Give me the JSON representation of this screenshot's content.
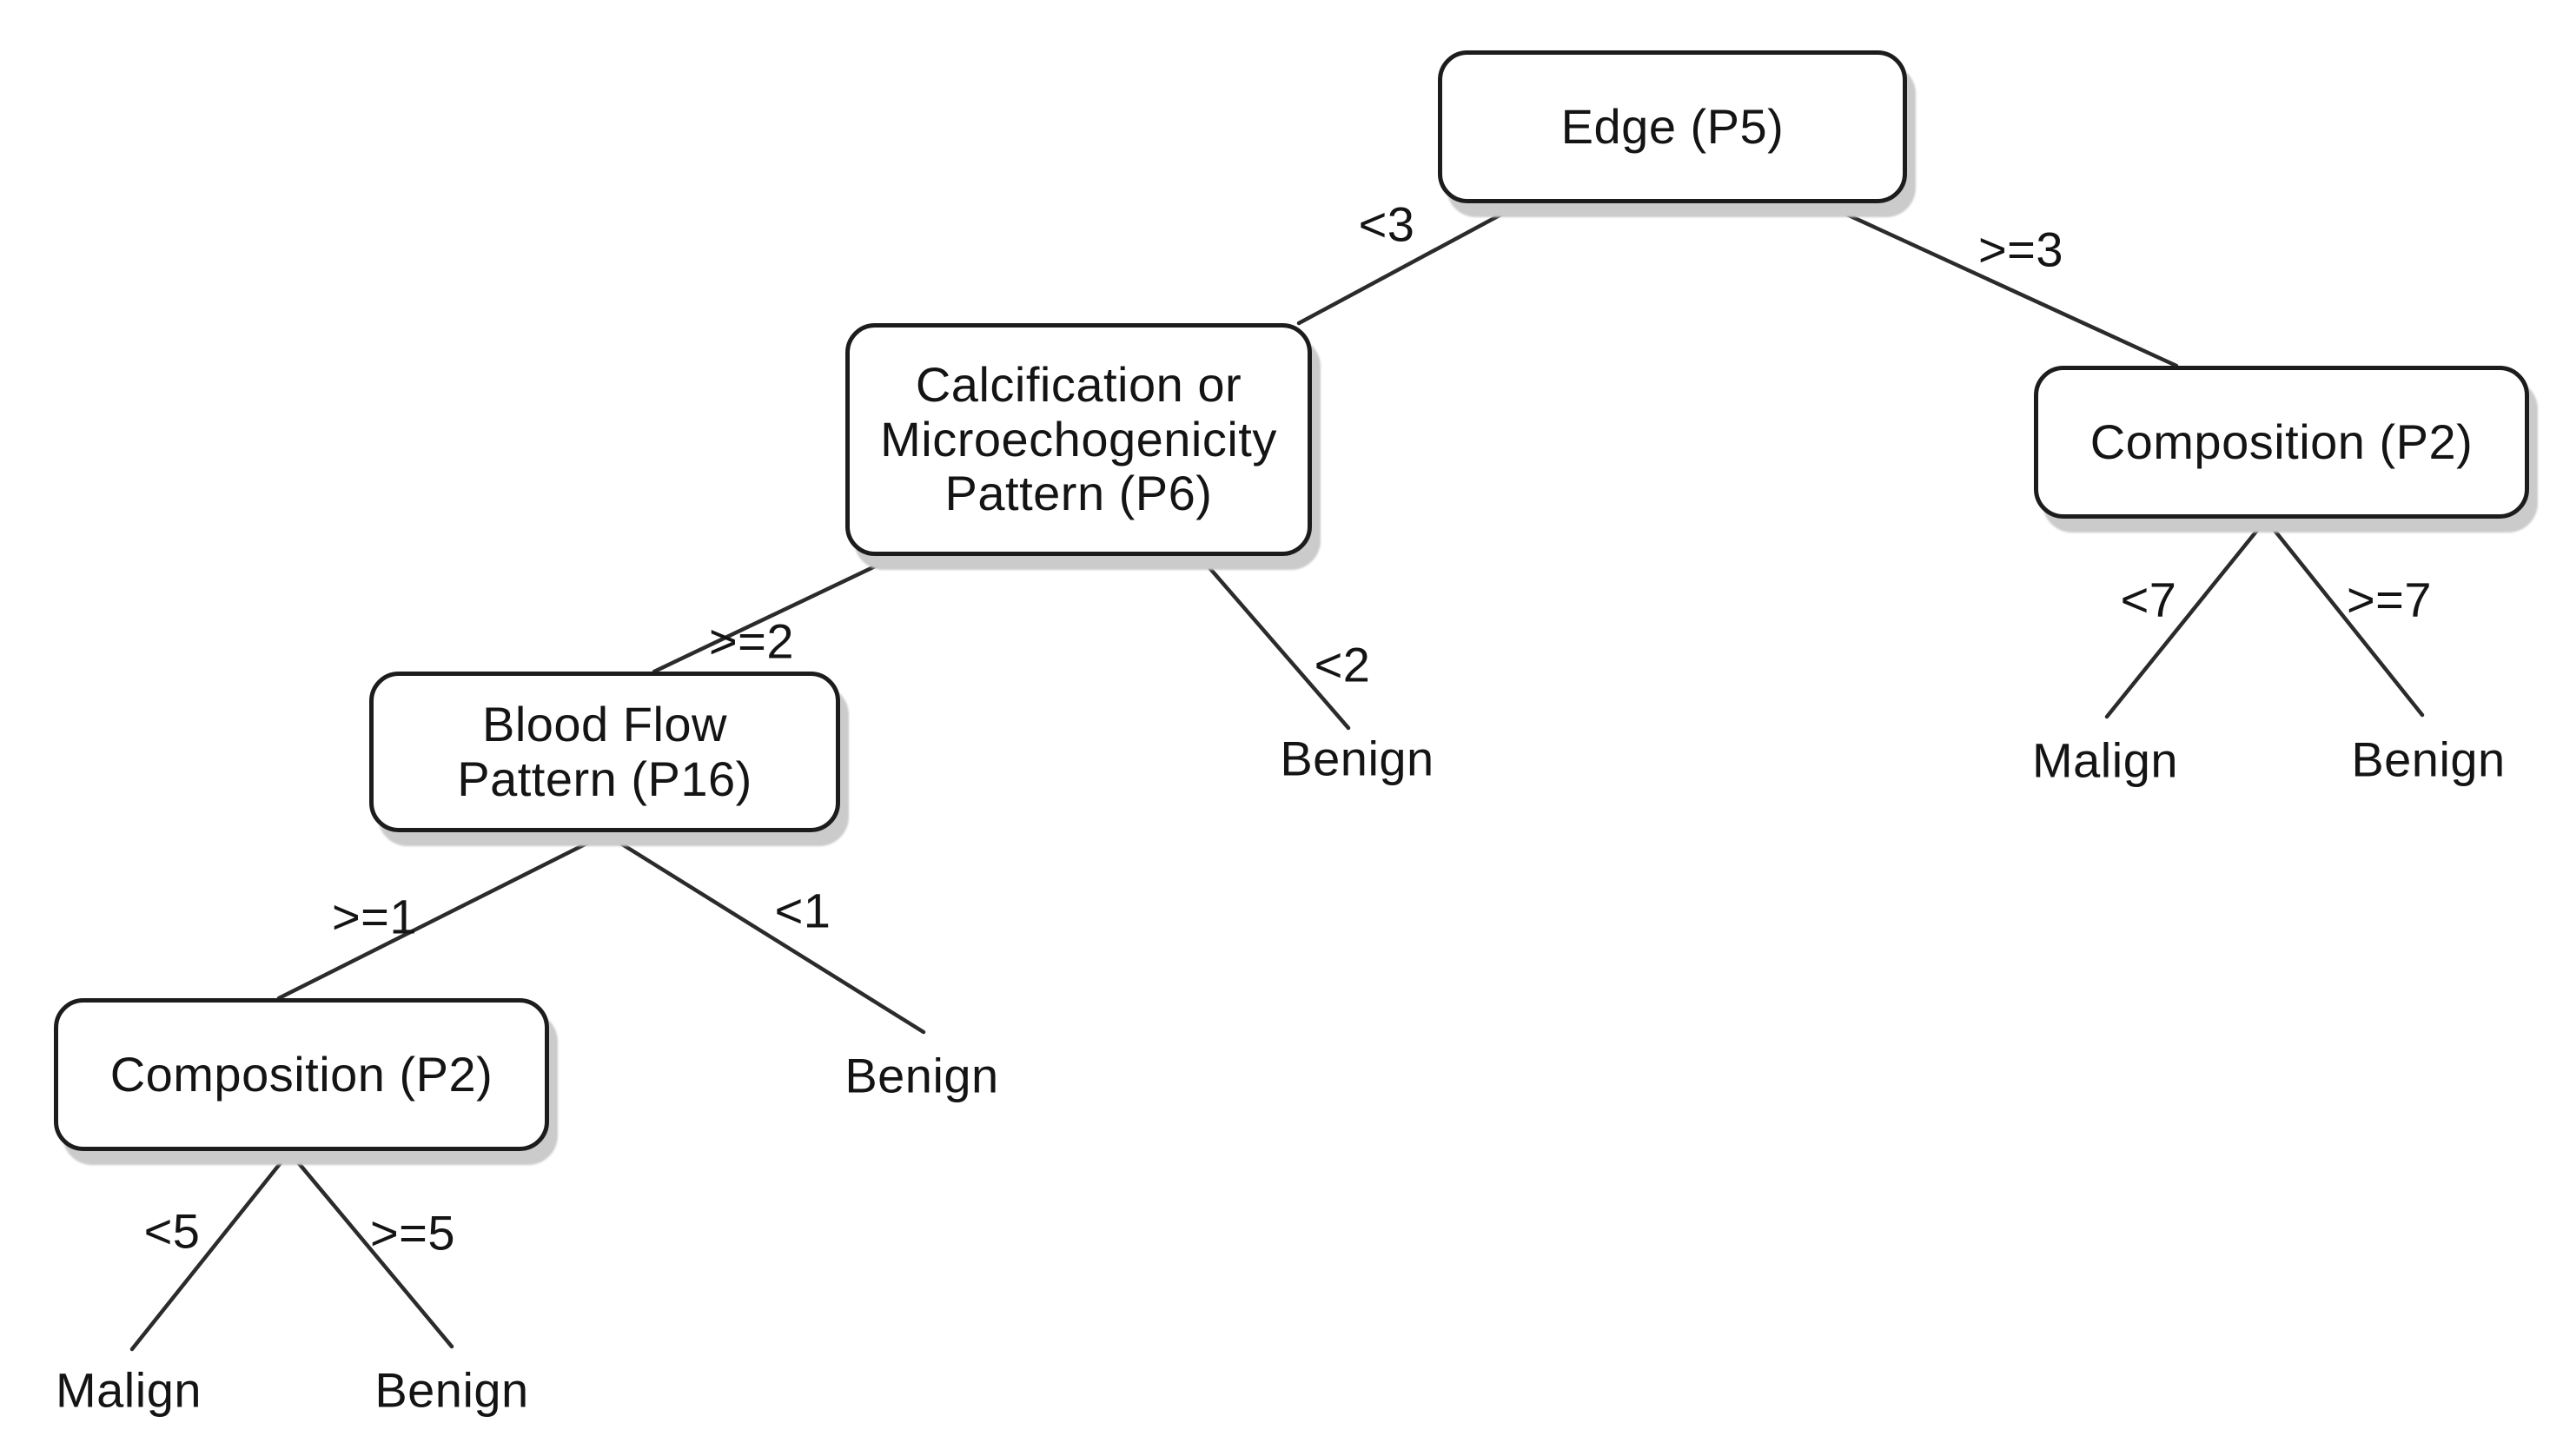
{
  "diagram_type": "decision-tree",
  "tree": {
    "label": "Edge (P5)",
    "branches": [
      {
        "condition": "<3",
        "node": {
          "label": "Calcification or\nMicroechogenicity\nPattern (P6)",
          "branches": [
            {
              "condition": ">=2",
              "node": {
                "label": "Blood Flow\nPattern (P16)",
                "branches": [
                  {
                    "condition": ">=1",
                    "node": {
                      "label": "Composition (P2)",
                      "branches": [
                        {
                          "condition": "<5",
                          "leaf": "Malign"
                        },
                        {
                          "condition": ">=5",
                          "leaf": "Benign"
                        }
                      ]
                    }
                  },
                  {
                    "condition": "<1",
                    "leaf": "Benign"
                  }
                ]
              }
            },
            {
              "condition": "<2",
              "leaf": "Benign"
            }
          ]
        }
      },
      {
        "condition": ">=3",
        "node": {
          "label": "Composition (P2)",
          "branches": [
            {
              "condition": "<7",
              "leaf": "Malign"
            },
            {
              "condition": ">=7",
              "leaf": "Benign"
            }
          ]
        }
      }
    ]
  },
  "colors": {
    "background": "#ffffff",
    "node_fill": "#ffffff",
    "node_border": "#1c1c1c",
    "line": "#2b2b2b",
    "text": "#141414",
    "shadow": "#cbcbcb"
  }
}
